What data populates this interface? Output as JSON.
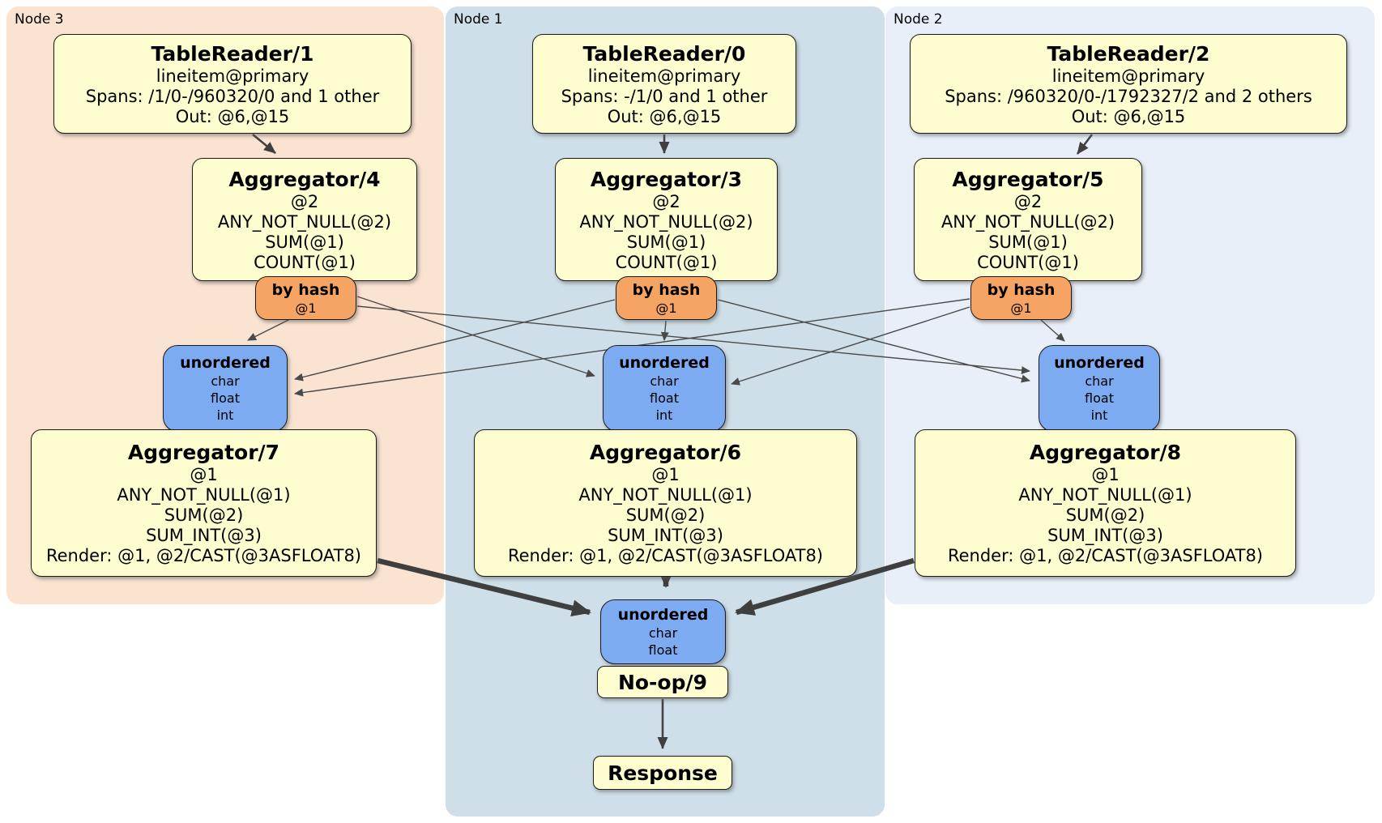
{
  "regions": [
    {
      "label": "Node 3",
      "bg": "#fbe3d2"
    },
    {
      "label": "Node 1",
      "bg": "#cfdfe9"
    },
    {
      "label": "Node 2",
      "bg": "#e9eff9"
    }
  ],
  "boxes": {
    "tablereader1": {
      "title": "TableReader/1",
      "lines": [
        "lineitem@primary",
        "Spans: /1/0-/960320/0 and 1 other",
        "Out: @6,@15"
      ]
    },
    "tablereader0": {
      "title": "TableReader/0",
      "lines": [
        "lineitem@primary",
        "Spans: -/1/0 and 1 other",
        "Out: @6,@15"
      ]
    },
    "tablereader2": {
      "title": "TableReader/2",
      "lines": [
        "lineitem@primary",
        "Spans: /960320/0-/1792327/2 and 2 others",
        "Out: @6,@15"
      ]
    },
    "aggregator4": {
      "title": "Aggregator/4",
      "lines": [
        "@2",
        "ANY_NOT_NULL(@2)",
        "SUM(@1)",
        "COUNT(@1)"
      ]
    },
    "aggregator3": {
      "title": "Aggregator/3",
      "lines": [
        "@2",
        "ANY_NOT_NULL(@2)",
        "SUM(@1)",
        "COUNT(@1)"
      ]
    },
    "aggregator5": {
      "title": "Aggregator/5",
      "lines": [
        "@2",
        "ANY_NOT_NULL(@2)",
        "SUM(@1)",
        "COUNT(@1)"
      ]
    },
    "byhash3": {
      "title": "by hash",
      "lines": [
        "@1"
      ]
    },
    "byhash1": {
      "title": "by hash",
      "lines": [
        "@1"
      ]
    },
    "byhash2": {
      "title": "by hash",
      "lines": [
        "@1"
      ]
    },
    "unordered3": {
      "title": "unordered",
      "lines": [
        "char",
        "float",
        "int"
      ]
    },
    "unordered1": {
      "title": "unordered",
      "lines": [
        "char",
        "float",
        "int"
      ]
    },
    "unordered2": {
      "title": "unordered",
      "lines": [
        "char",
        "float",
        "int"
      ]
    },
    "aggregator7": {
      "title": "Aggregator/7",
      "lines": [
        "@1",
        "ANY_NOT_NULL(@1)",
        "SUM(@2)",
        "SUM_INT(@3)",
        "Render: @1, @2/CAST(@3ASFLOAT8)"
      ]
    },
    "aggregator6": {
      "title": "Aggregator/6",
      "lines": [
        "@1",
        "ANY_NOT_NULL(@1)",
        "SUM(@2)",
        "SUM_INT(@3)",
        "Render: @1, @2/CAST(@3ASFLOAT8)"
      ]
    },
    "aggregator8": {
      "title": "Aggregator/8",
      "lines": [
        "@1",
        "ANY_NOT_NULL(@1)",
        "SUM(@2)",
        "SUM_INT(@3)",
        "Render: @1, @2/CAST(@3ASFLOAT8)"
      ]
    },
    "unorderedFinal": {
      "title": "unordered",
      "lines": [
        "char",
        "float"
      ]
    },
    "noop": {
      "title": "No-op/9"
    },
    "response": {
      "title": "Response"
    }
  },
  "colors": {
    "processor_box": "#fdfdcf",
    "router_box": "#f6a464",
    "sync_box": "#7dabf2",
    "edge": "#4a4a4a",
    "node3_bg": "#fbe3d2",
    "node1_bg": "#cfdfe9",
    "node2_bg": "#e9eff9"
  },
  "edges": [
    {
      "from": "TableReader/1",
      "to": "Aggregator/4"
    },
    {
      "from": "TableReader/0",
      "to": "Aggregator/3"
    },
    {
      "from": "TableReader/2",
      "to": "Aggregator/5"
    },
    {
      "from": "by hash (Node 3)",
      "to": "unordered (Node 3)"
    },
    {
      "from": "by hash (Node 3)",
      "to": "unordered (Node 1)"
    },
    {
      "from": "by hash (Node 3)",
      "to": "unordered (Node 2)"
    },
    {
      "from": "by hash (Node 1)",
      "to": "unordered (Node 1)"
    },
    {
      "from": "by hash (Node 1)",
      "to": "unordered (Node 3)"
    },
    {
      "from": "by hash (Node 1)",
      "to": "unordered (Node 2)"
    },
    {
      "from": "by hash (Node 2)",
      "to": "unordered (Node 2)"
    },
    {
      "from": "by hash (Node 2)",
      "to": "unordered (Node 3)"
    },
    {
      "from": "by hash (Node 2)",
      "to": "unordered (Node 1)"
    },
    {
      "from": "Aggregator/7",
      "to": "unordered final (Node 1)"
    },
    {
      "from": "Aggregator/6",
      "to": "unordered final (Node 1)"
    },
    {
      "from": "Aggregator/8",
      "to": "unordered final (Node 1)"
    },
    {
      "from": "No-op/9",
      "to": "Response"
    }
  ]
}
